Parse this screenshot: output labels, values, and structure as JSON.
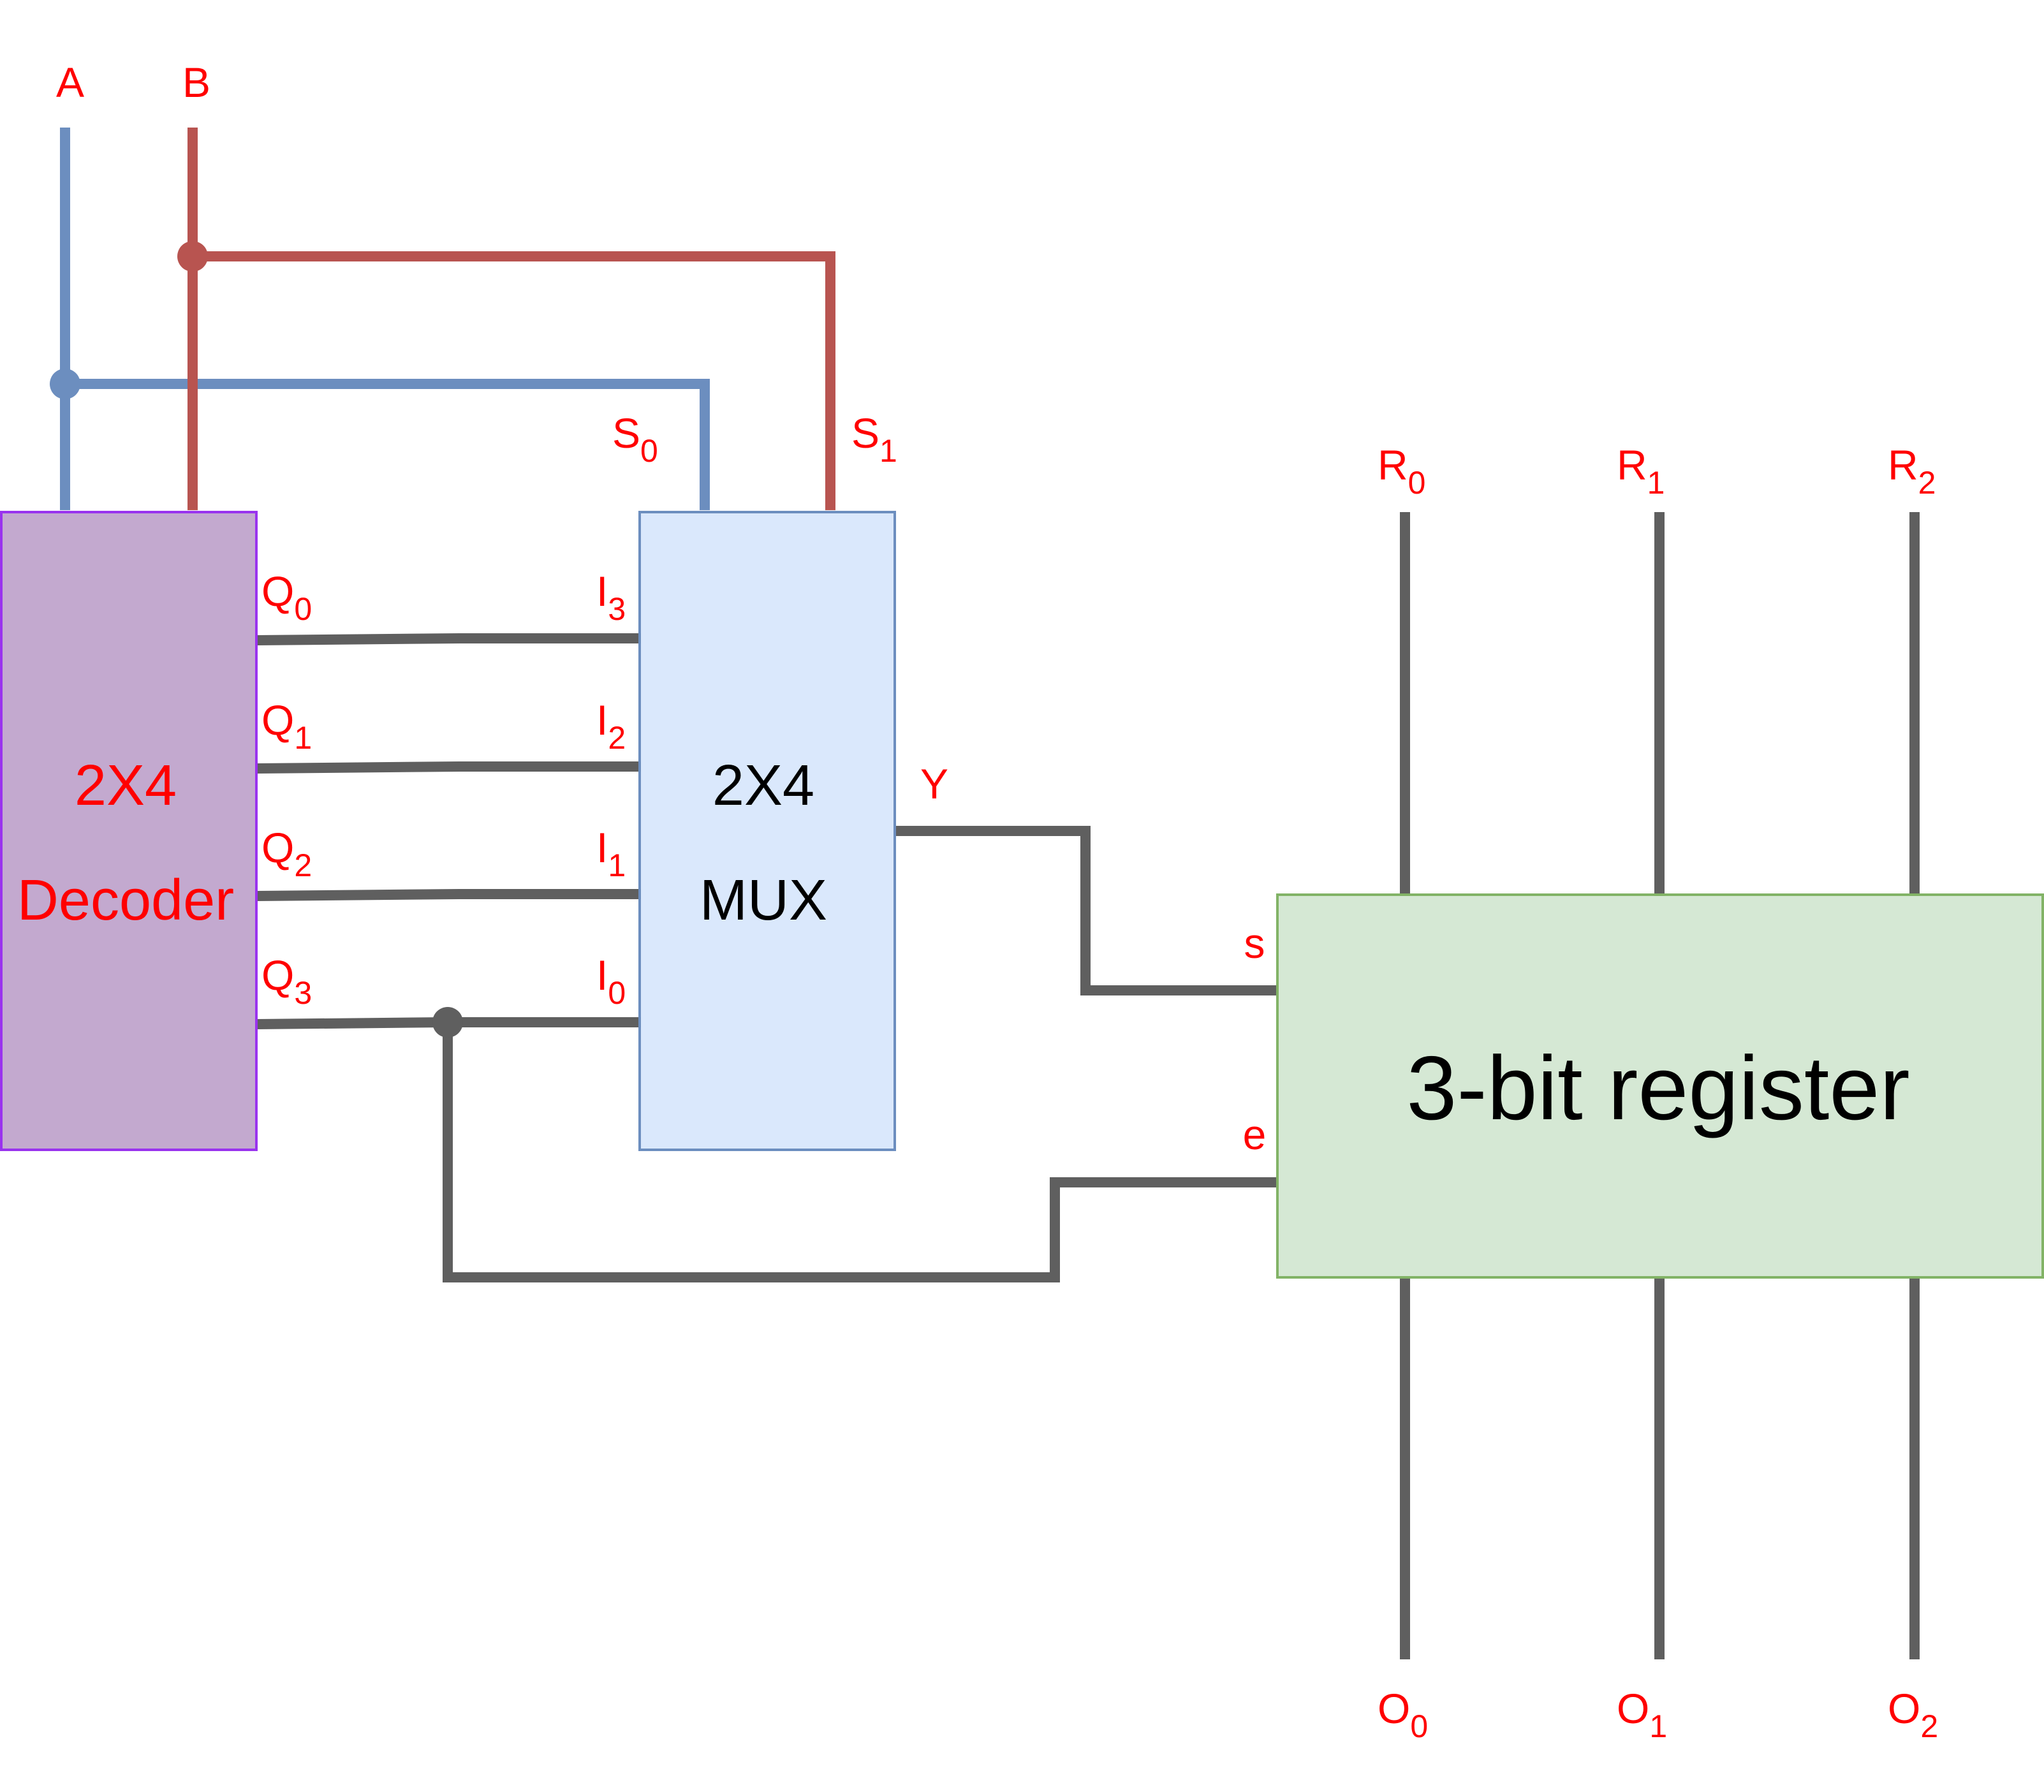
{
  "inputs": {
    "a": "A",
    "b": "B"
  },
  "decoder": {
    "line1": "2X4",
    "line2": "Decoder",
    "outputs": [
      {
        "main": "Q",
        "sub": "0"
      },
      {
        "main": "Q",
        "sub": "1"
      },
      {
        "main": "Q",
        "sub": "2"
      },
      {
        "main": "Q",
        "sub": "3"
      }
    ]
  },
  "mux": {
    "line1": "2X4",
    "line2": "MUX",
    "inputs": [
      {
        "main": "I",
        "sub": "3"
      },
      {
        "main": "I",
        "sub": "2"
      },
      {
        "main": "I",
        "sub": "1"
      },
      {
        "main": "I",
        "sub": "0"
      }
    ],
    "selects": [
      {
        "main": "S",
        "sub": "0"
      },
      {
        "main": "S",
        "sub": "1"
      }
    ],
    "output": "Y"
  },
  "register": {
    "title": "3-bit register",
    "s": "s",
    "e": "e",
    "inputs": [
      {
        "main": "R",
        "sub": "0"
      },
      {
        "main": "R",
        "sub": "1"
      },
      {
        "main": "R",
        "sub": "2"
      }
    ],
    "outputs": [
      {
        "main": "O",
        "sub": "0"
      },
      {
        "main": "O",
        "sub": "1"
      },
      {
        "main": "O",
        "sub": "2"
      }
    ]
  },
  "colors": {
    "decoder_fill": "#c3a9cf",
    "decoder_stroke": "#9933ee",
    "mux_fill": "#dae8fc",
    "mux_stroke": "#6c8ebf",
    "register_fill": "#d5e8d4",
    "register_stroke": "#82b366",
    "wire_a": "#6c8ebf",
    "wire_b": "#b85450",
    "wire_data": "#5f5f5f",
    "label": "#ff0000"
  }
}
